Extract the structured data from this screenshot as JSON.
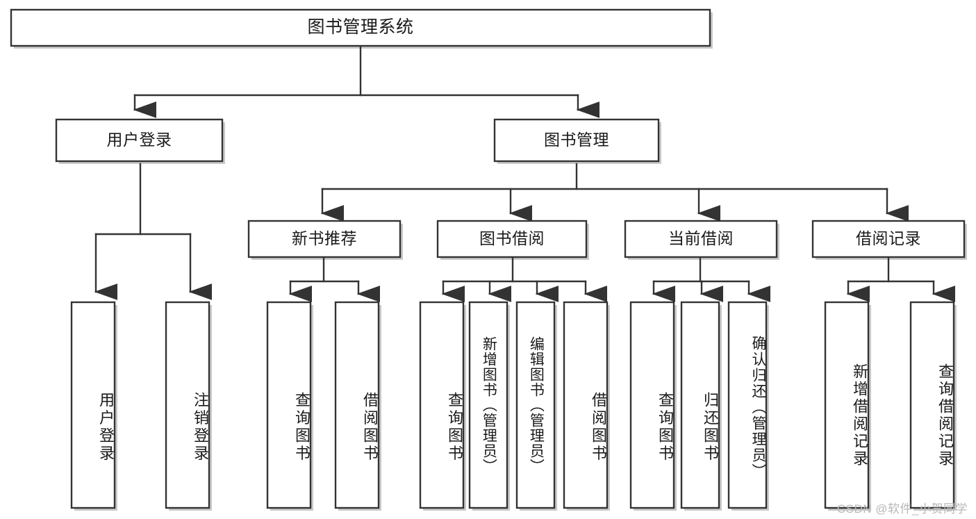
{
  "diagram": {
    "title": "图书管理系统",
    "type": "tree",
    "watermark": "CSDN @软件_小贺同学",
    "colors": {
      "box_stroke": "#333333",
      "box_fill": "#ffffff",
      "shadow": "#c9c9c9",
      "text": "#1a1a1a",
      "watermark": "#b8b8b8",
      "background": "#ffffff"
    },
    "root": {
      "id": "root",
      "label": "图书管理系统",
      "orientation": "horizontal"
    },
    "level2": [
      {
        "id": "user-login",
        "label": "用户登录",
        "orientation": "horizontal"
      },
      {
        "id": "book-management",
        "label": "图书管理",
        "orientation": "horizontal"
      }
    ],
    "level3": [
      {
        "id": "new-book-recommend",
        "label": "新书推荐",
        "orientation": "horizontal"
      },
      {
        "id": "book-borrow",
        "label": "图书借阅",
        "orientation": "horizontal"
      },
      {
        "id": "current-borrow",
        "label": "当前借阅",
        "orientation": "horizontal"
      },
      {
        "id": "borrow-record",
        "label": "借阅记录",
        "orientation": "horizontal"
      }
    ],
    "leaves": {
      "user-login": [
        {
          "id": "leaf-user-login",
          "label": "用户登录",
          "orientation": "vertical"
        },
        {
          "id": "leaf-user-logout",
          "label": "注销登录",
          "orientation": "vertical"
        }
      ],
      "new-book-recommend": [
        {
          "id": "leaf-query-book-1",
          "label": "查询图书",
          "orientation": "vertical"
        },
        {
          "id": "leaf-borrow-book-1",
          "label": "借阅图书",
          "orientation": "vertical"
        }
      ],
      "book-borrow": [
        {
          "id": "leaf-query-book-2",
          "label": "查询图书",
          "orientation": "vertical"
        },
        {
          "id": "leaf-add-book",
          "label": "新增图书（管理员）",
          "orientation": "vertical"
        },
        {
          "id": "leaf-edit-book",
          "label": "编辑图书（管理员）",
          "orientation": "vertical"
        },
        {
          "id": "leaf-borrow-book-2",
          "label": "借阅图书",
          "orientation": "vertical"
        }
      ],
      "current-borrow": [
        {
          "id": "leaf-query-book-3",
          "label": "查询图书",
          "orientation": "vertical"
        },
        {
          "id": "leaf-return-book",
          "label": "归还图书",
          "orientation": "vertical"
        },
        {
          "id": "leaf-confirm-return",
          "label": "确认归还（管理员）",
          "orientation": "vertical"
        }
      ],
      "borrow-record": [
        {
          "id": "leaf-add-record",
          "label": "新增借阅记录",
          "orientation": "vertical"
        },
        {
          "id": "leaf-query-record",
          "label": "查询借阅记录",
          "orientation": "vertical"
        }
      ]
    }
  }
}
